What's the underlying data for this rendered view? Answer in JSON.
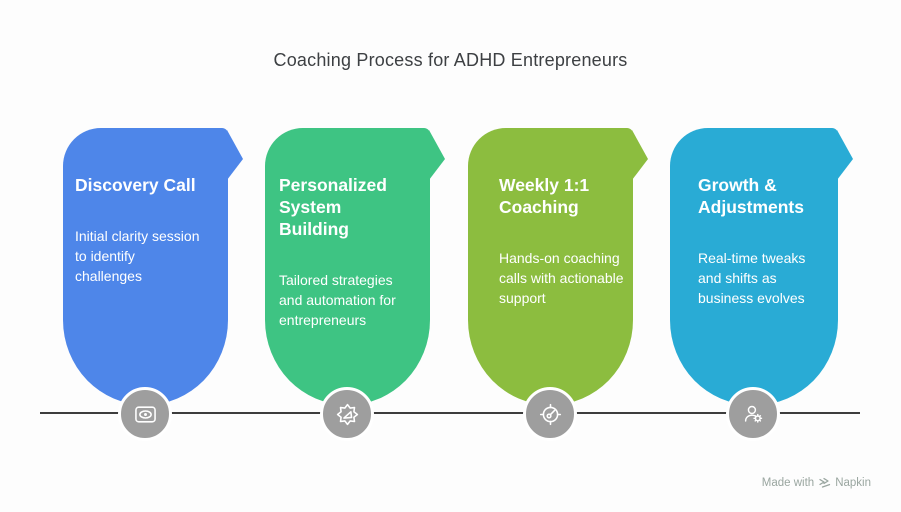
{
  "title": "Coaching Process for ADHD Entrepreneurs",
  "steps": [
    {
      "title": "Discovery Call",
      "description": "Initial clarity session\nto identify\nchallenges",
      "color": "#4e86e9",
      "icon": "scan-eye"
    },
    {
      "title": "Personalized\nSystem\nBuilding",
      "description": "Tailored strategies\nand automation for\nentrepreneurs",
      "color": "#3ec483",
      "icon": "gear-badge"
    },
    {
      "title": "Weekly 1:1\nCoaching",
      "description": "Hands-on coaching\ncalls with actionable\nsupport",
      "color": "#8cbd3f",
      "icon": "gauge-compass"
    },
    {
      "title": "Growth &\nAdjustments",
      "description": "Real-time tweaks\nand shifts as\nbusiness evolves",
      "color": "#29abd5",
      "icon": "user-gear"
    }
  ],
  "timeline": {
    "line_color": "#3d3d3d",
    "icon_circle_color": "#9e9e9e"
  },
  "watermark": {
    "prefix": "Made with",
    "brand": "Napkin",
    "color": "#9aa6a0"
  }
}
